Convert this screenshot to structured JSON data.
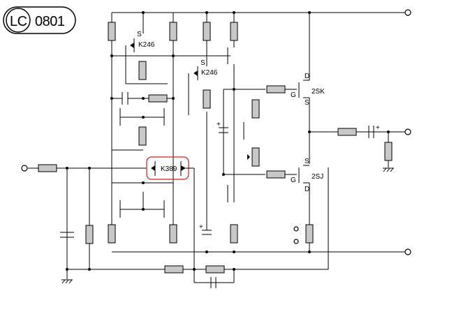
{
  "logo": {
    "left": "LC",
    "right": "0801"
  },
  "labels": {
    "k246_a": "K246",
    "k246_b": "K246",
    "k389": "K389",
    "mosfet_top": "2SK",
    "mosfet_bottom": "2SJ",
    "pin_s": "S",
    "pin_d": "D",
    "pin_g": "G"
  },
  "colors": {
    "line": "#000000",
    "resistor_fill": "#c8c8c8",
    "highlight": "#d02020"
  }
}
